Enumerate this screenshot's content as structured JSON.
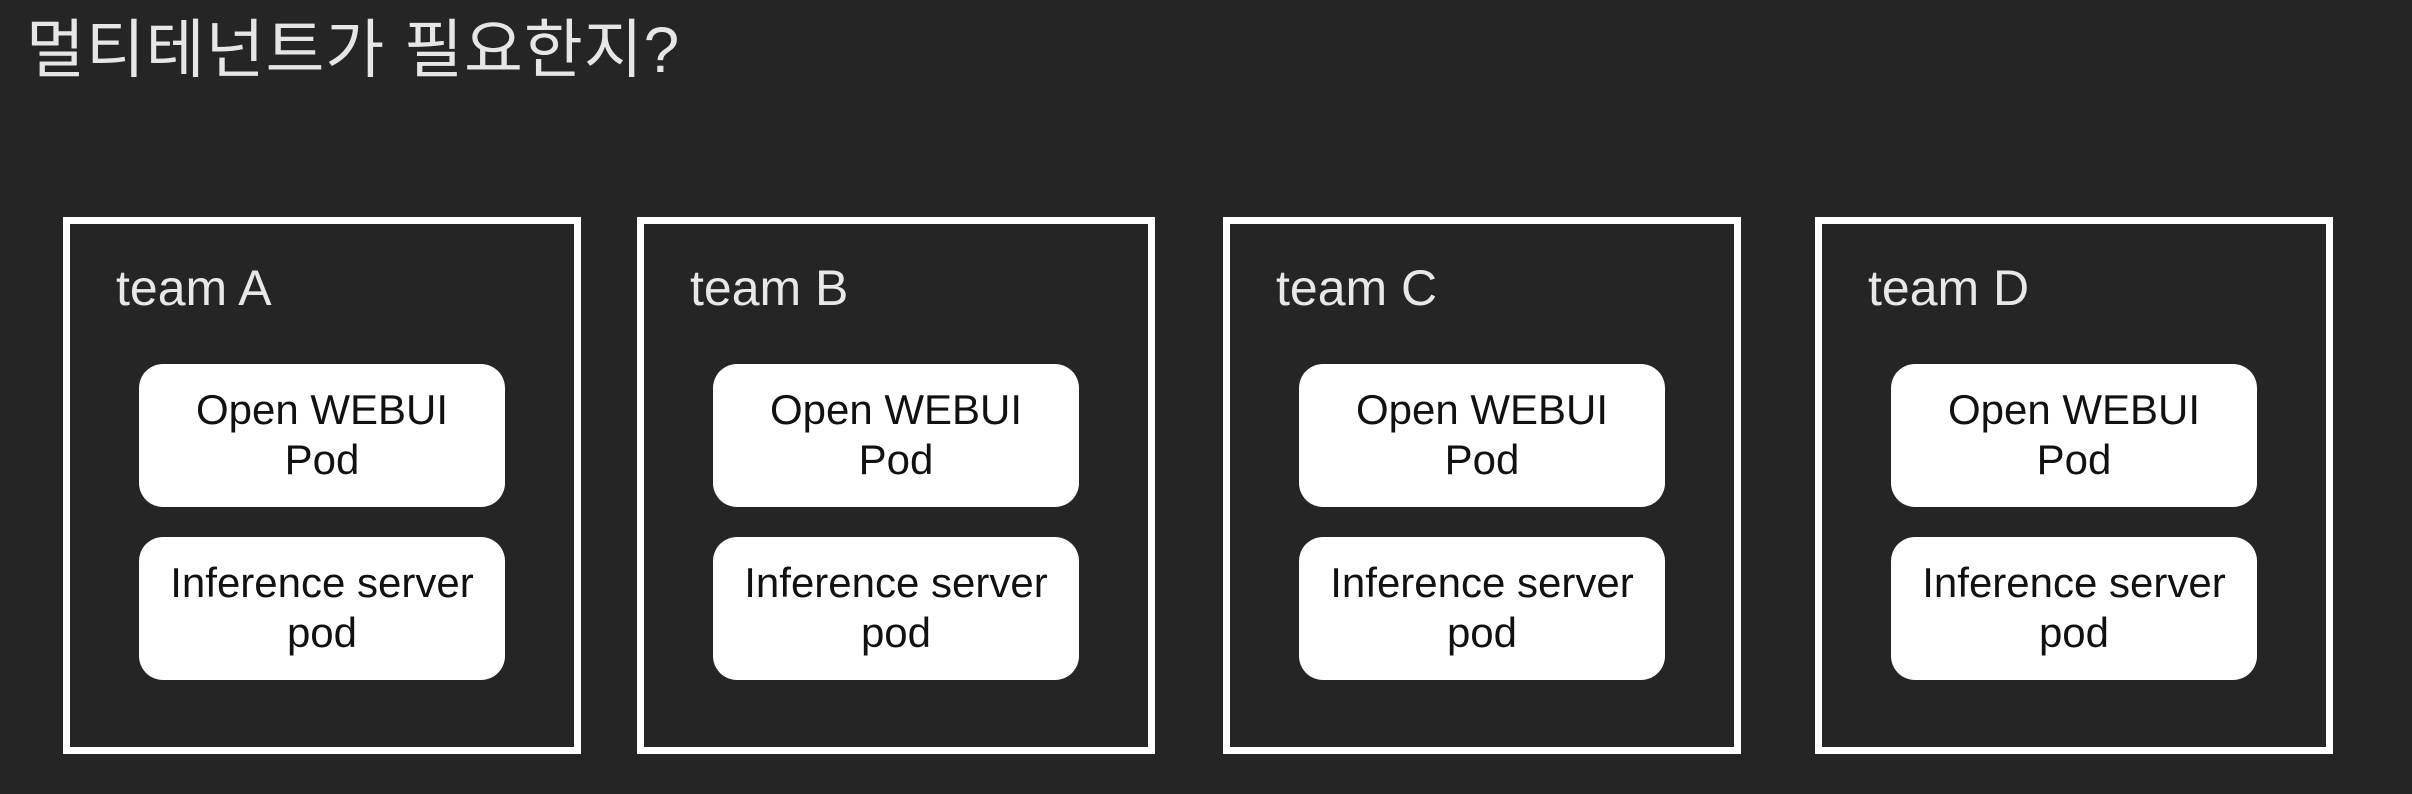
{
  "slide": {
    "title": "멀티테넌트가 필요한지?",
    "colors": {
      "background": "#252525",
      "title_text": "#e6e6e6",
      "team_label_text": "#e8e8e8",
      "box_border": "#ffffff",
      "pod_background": "#ffffff",
      "pod_text": "#111111"
    },
    "teams": [
      {
        "label": "team A",
        "pods": [
          {
            "label": "Open WEBUI\nPod"
          },
          {
            "label": "Inference server\npod"
          }
        ]
      },
      {
        "label": "team B",
        "pods": [
          {
            "label": "Open WEBUI\nPod"
          },
          {
            "label": "Inference server\npod"
          }
        ]
      },
      {
        "label": "team C",
        "pods": [
          {
            "label": "Open WEBUI\nPod"
          },
          {
            "label": "Inference server\npod"
          }
        ]
      },
      {
        "label": "team D",
        "pods": [
          {
            "label": "Open WEBUI\nPod"
          },
          {
            "label": "Inference server\npod"
          }
        ]
      }
    ]
  }
}
